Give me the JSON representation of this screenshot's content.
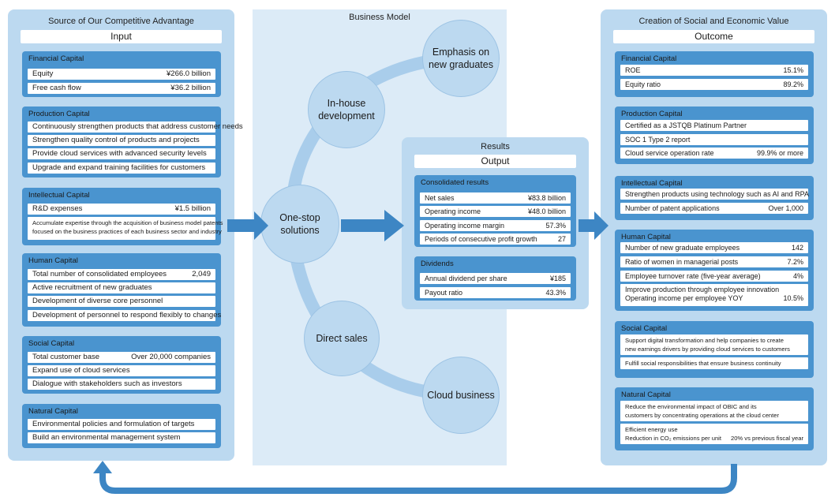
{
  "business_model": {
    "title": "Business Model"
  },
  "left": {
    "title": "Source of Our Competitive Advantage",
    "subtitle": "Input",
    "sections": [
      {
        "title": "Financial Capital",
        "rows": [
          [
            "Equity",
            "¥266.0 billion"
          ],
          [
            "Free cash flow",
            "¥36.2 billion"
          ]
        ]
      },
      {
        "title": "Production Capital",
        "rows": [
          [
            "Continuously strengthen products that address customer needs",
            ""
          ],
          [
            "Strengthen quality control of products and projects",
            ""
          ],
          [
            "Provide cloud services with advanced security levels",
            ""
          ],
          [
            "Upgrade and expand training facilities for customers",
            ""
          ]
        ]
      },
      {
        "title": "Intellectual Capital",
        "rows": [
          [
            "R&D expenses",
            "¥1.5 billion"
          ]
        ],
        "note": [
          "Accumulate expertise through the acquisition of business model patents",
          "focused on the business practices of each business sector and industry"
        ]
      },
      {
        "title": "Human Capital",
        "rows": [
          [
            "Total number of consolidated employees",
            "2,049"
          ],
          [
            "Active recruitment of new graduates",
            ""
          ],
          [
            "Development of diverse core personnel",
            ""
          ],
          [
            "Development of personnel to respond flexibly to changes",
            ""
          ]
        ]
      },
      {
        "title": "Social Capital",
        "rows": [
          [
            "Total customer base",
            "Over 20,000 companies"
          ],
          [
            "Expand use of cloud services",
            ""
          ],
          [
            "Dialogue with stakeholders such as investors",
            ""
          ]
        ]
      },
      {
        "title": "Natural Capital",
        "rows": [
          [
            "Environmental policies and formulation of targets",
            ""
          ],
          [
            "Build an environmental management system",
            ""
          ]
        ]
      }
    ]
  },
  "circles": {
    "emphasis": "Emphasis on\nnew graduates",
    "inhouse": "In-house\ndevelopment",
    "onestop": "One-stop\nsolutions",
    "direct": "Direct sales",
    "cloud": "Cloud business"
  },
  "middle": {
    "title": "Results",
    "subtitle": "Output",
    "sections": [
      {
        "title": "Consolidated results",
        "rows": [
          [
            "Net sales",
            "¥83.8 billion"
          ],
          [
            "Operating income",
            "¥48.0 billion"
          ],
          [
            "Operating income margin",
            "57.3%"
          ],
          [
            "Periods of consecutive profit growth",
            "27"
          ]
        ]
      },
      {
        "title": "Dividends",
        "rows": [
          [
            "Annual dividend per share",
            "¥185"
          ],
          [
            "Payout ratio",
            "43.3%"
          ]
        ]
      }
    ]
  },
  "right": {
    "title": "Creation of Social and Economic Value",
    "subtitle": "Outcome",
    "sections": [
      {
        "title": "Financial Capital",
        "rows": [
          [
            "ROE",
            "15.1%"
          ],
          [
            "Equity ratio",
            "89.2%"
          ]
        ]
      },
      {
        "title": "Production Capital",
        "rows": [
          [
            "Certified as a JSTQB Platinum Partner",
            ""
          ],
          [
            "SOC 1 Type 2 report",
            ""
          ],
          [
            "Cloud service operation rate",
            "99.9% or more"
          ]
        ]
      },
      {
        "title": "Intellectual Capital",
        "rows": [
          [
            "Strengthen products using technology such as AI and RPA",
            ""
          ],
          [
            "Number of patent applications",
            "Over 1,000"
          ]
        ]
      },
      {
        "title": "Human Capital",
        "rows": [
          [
            "Number of new graduate employees",
            "142"
          ],
          [
            "Ratio of women in managerial posts",
            "7.2%"
          ],
          [
            "Employee turnover rate (five-year average)",
            "4%"
          ]
        ],
        "two_line": [
          "Improve production through employee innovation",
          "Operating income per employee YOY",
          "10.5%"
        ]
      },
      {
        "title": "Social Capital",
        "notes": [
          [
            "Support digital transformation and help companies to create",
            "new earnings drivers by providing cloud services to customers"
          ],
          [
            "Fulfill social responsibilities that ensure business continuity"
          ]
        ]
      },
      {
        "title": "Natural Capital",
        "notes": [
          [
            "Reduce the environmental impact of OBIC and its",
            "customers by concentrating operations at the cloud center"
          ]
        ],
        "energy": [
          "Efficient energy use",
          "Reduction in CO₂ emissions per unit",
          "20% vs previous fiscal year"
        ]
      }
    ]
  },
  "colors": {
    "panel": "#bcd9f0",
    "section": "#4a94cf",
    "arrow": "#3d86c4",
    "arc": "#a9cdeb",
    "center_bg": "#dcebf7"
  }
}
